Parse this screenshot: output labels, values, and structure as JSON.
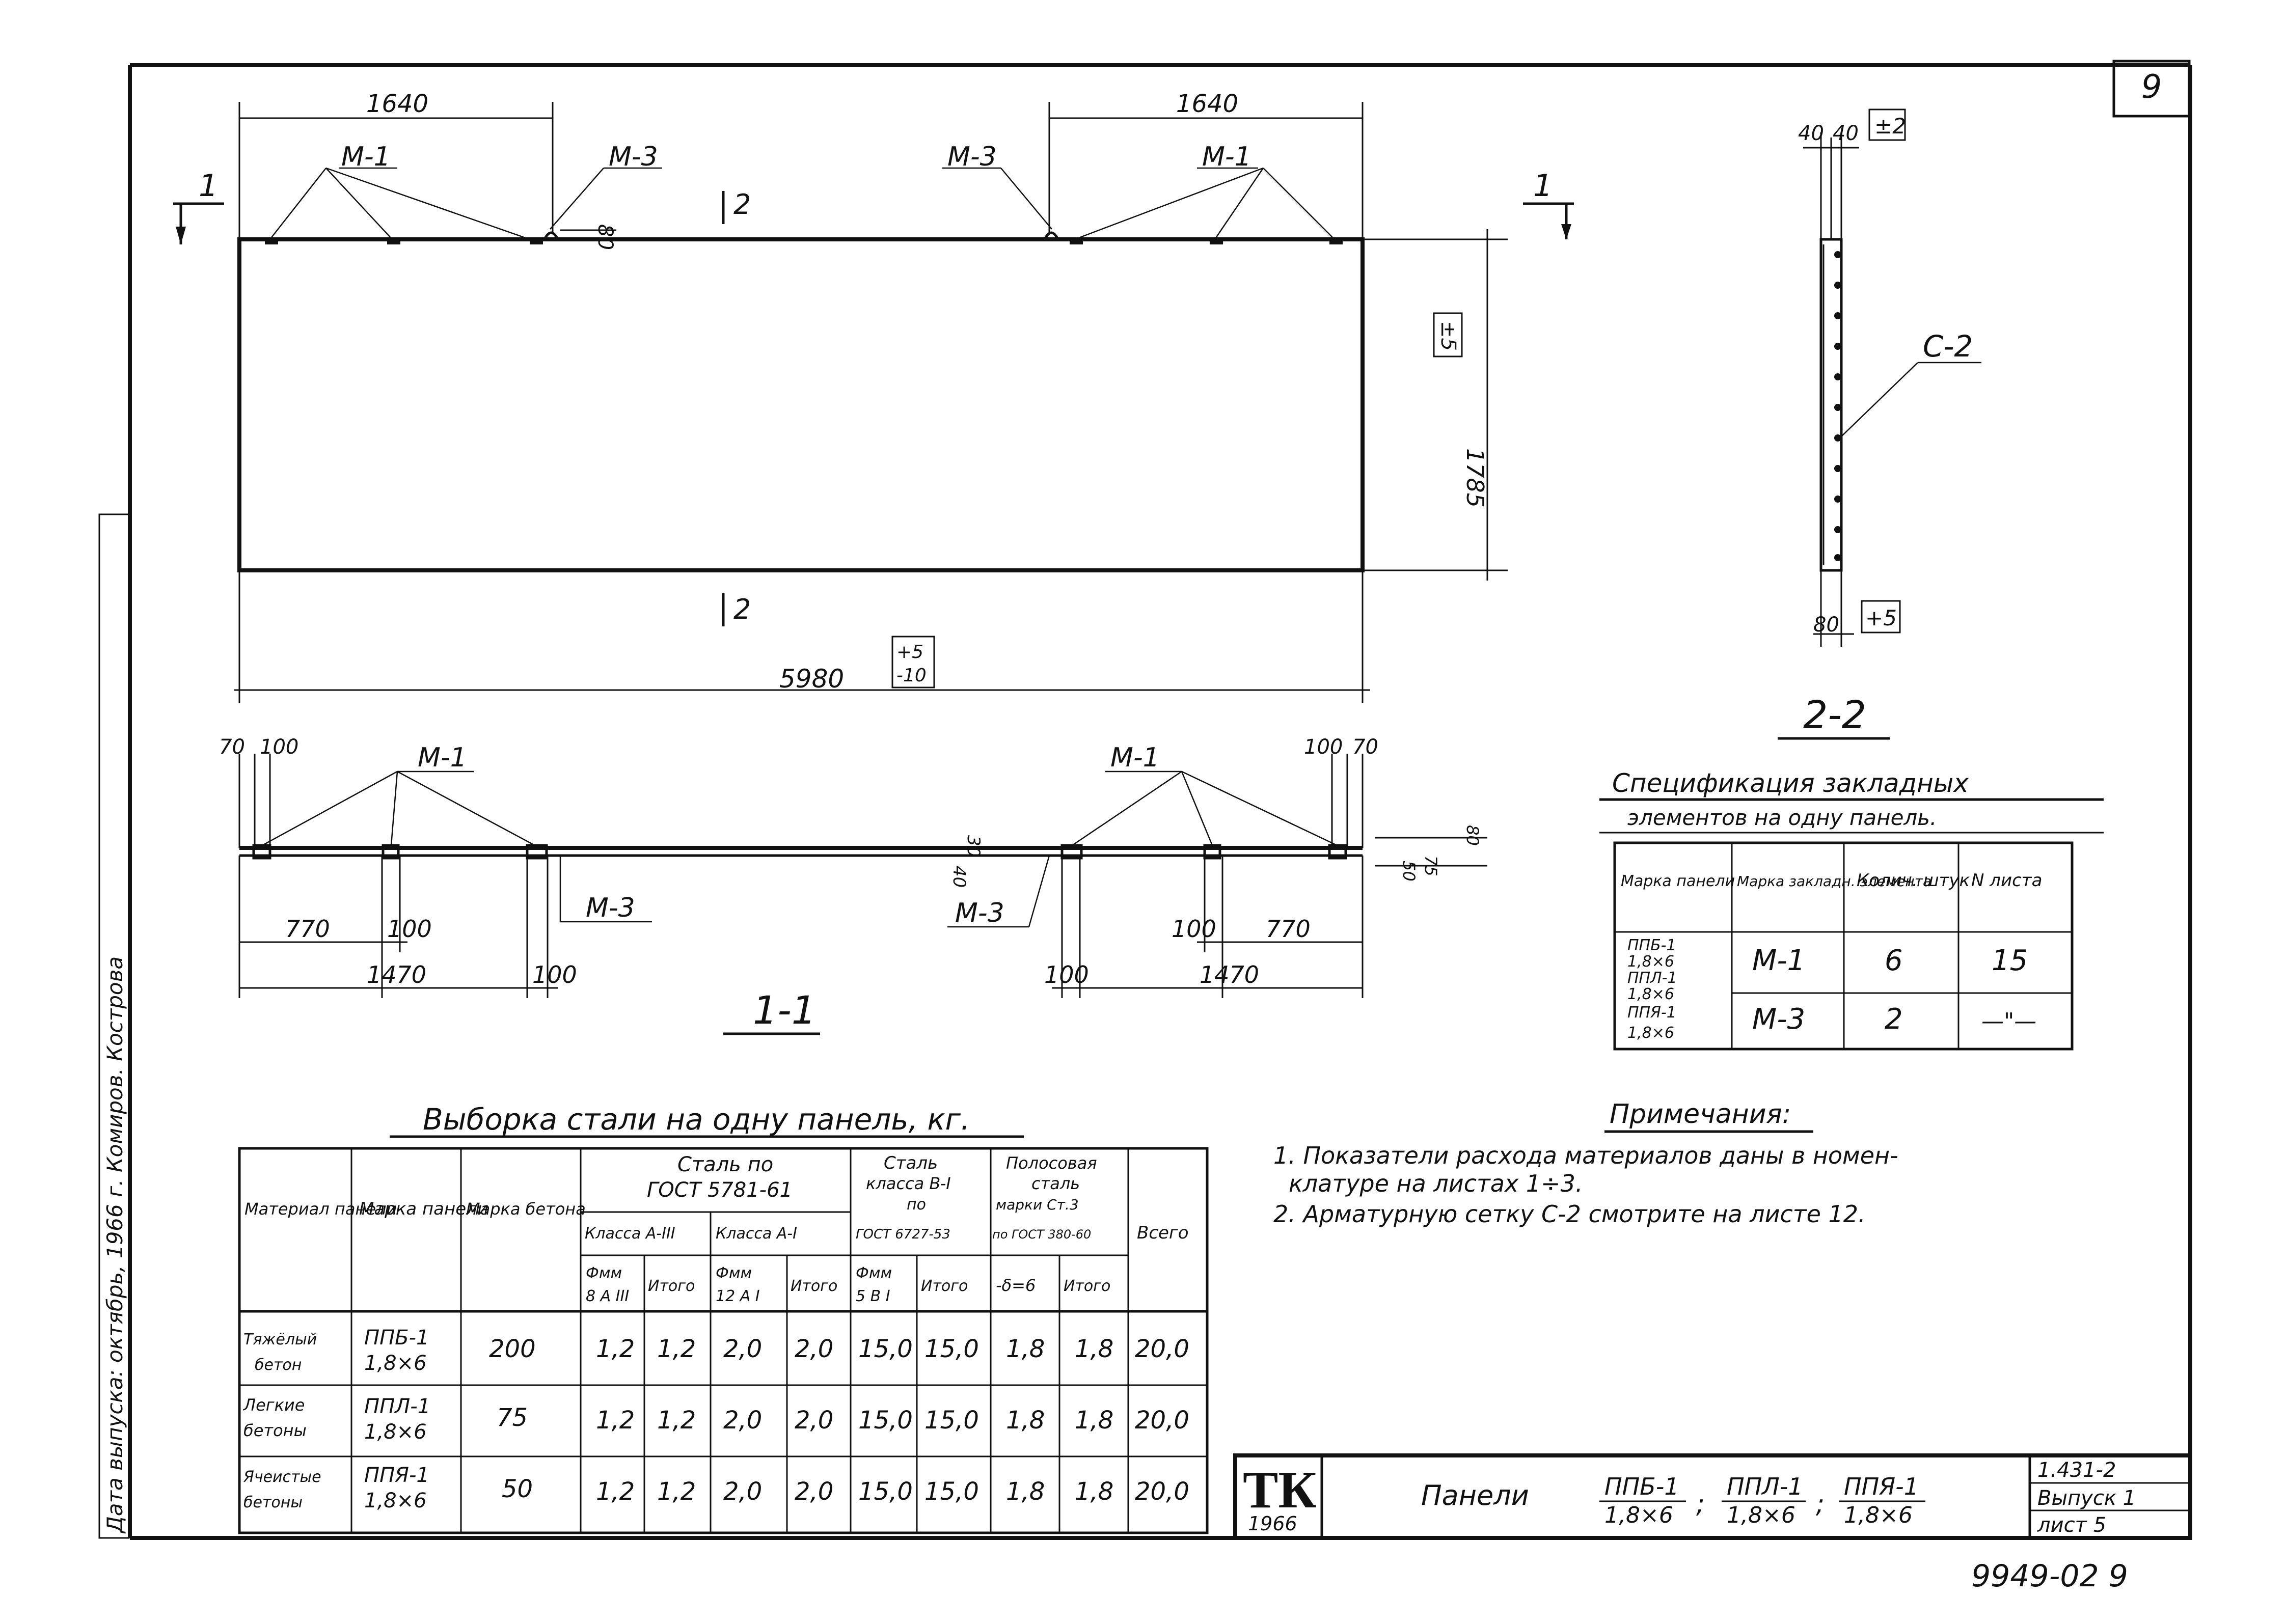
{
  "sheet_number": "9",
  "elevation": {
    "dim_left_top": "1640",
    "dim_right_top": "1640",
    "label_m1_left": "М-1",
    "label_m3_left": "М-3",
    "label_m3_right": "М-3",
    "label_m1_right": "М-1",
    "dim_small": "80",
    "section_1_left": "1",
    "section_1_right": "1",
    "section_2_top": "2",
    "section_2_bottom": "2",
    "height_dim": "1785",
    "height_tol": "±5",
    "length_dim": "5980",
    "length_tol_plus": "+5",
    "length_tol_minus": "-10"
  },
  "plan": {
    "title": "1-1",
    "dim_70_left": "70",
    "dim_100_left": "100",
    "dim_100_right": "100",
    "dim_70_right": "70",
    "label_m1_left": "М-1",
    "label_m1_right": "М-1",
    "label_m3_left": "М-3",
    "label_m3_right": "М-3",
    "dim_770_left": "770",
    "dim_100_a": "100",
    "dim_1470_left": "1470",
    "dim_100_b": "100",
    "dim_100_c": "100",
    "dim_100_d": "100",
    "dim_770_right": "770",
    "dim_1470_right": "1470",
    "dim_30": "30",
    "dim_40": "40",
    "dim_50": "50",
    "dim_75": "75",
    "dim_80": "80"
  },
  "section22": {
    "title": "2-2",
    "dim_40a": "40",
    "dim_40b": "40",
    "tol_top": "±2",
    "tol_bottom": "+5",
    "dim_80": "80",
    "label_c2": "С-2"
  },
  "spec_table": {
    "title_line1": "Спецификация закладных",
    "title_line2": "элементов на одну панель.",
    "headers": [
      "Марка панели",
      "Марка закладн. элемента",
      "Колич. штук",
      "N листа"
    ],
    "panel_marks": [
      "ППБ-1",
      "1,8×6",
      "ППЛ-1",
      "1,8×6",
      "ППЯ-1",
      "1,8×6"
    ],
    "rows": [
      {
        "element": "М-1",
        "count": "6",
        "sheet": "15"
      },
      {
        "element": "М-3",
        "count": "2",
        "sheet": "—\"—"
      }
    ]
  },
  "notes": {
    "title": "Примечания:",
    "line1": "1. Показатели расхода материалов даны в номен-",
    "line2": "клатуре на листах 1÷3.",
    "line3": "2. Арматурную сетку С-2 смотрите на листе 12."
  },
  "steel_table": {
    "title": "Выборка стали на одну панель, кг.",
    "h_material": "Материал панели",
    "h_mark": "Марка панели",
    "h_concrete": "Марка бетона",
    "h_gost_1": "Сталь по",
    "h_gost_2": "ГОСТ 5781-61",
    "h_class_a3": "Класса А-III",
    "h_class_a1": "Класса А-I",
    "h_b1_1": "Сталь",
    "h_b1_2": "класса B-I",
    "h_b1_3": "по",
    "h_b1_4": "ГОСТ 6727-53",
    "h_strip_1": "Полосовая",
    "h_strip_2": "сталь",
    "h_strip_3": "марки Ст.3",
    "h_strip_4": "по ГОСТ 380-60",
    "h_total_all": "Всего",
    "h_d8_1": "Фмм",
    "h_d8_2": "8 А III",
    "h_d12_1": "Фмм",
    "h_d12_2": "12 А I",
    "h_d5_1": "Фмм",
    "h_d5_2": "5 B I",
    "h_delta": "-δ=6",
    "h_itogo": "Итого",
    "rows": [
      {
        "material_1": "Тяжёлый",
        "material_2": "бетон",
        "mark_1": "ППБ-1",
        "mark_2": "1,8×6",
        "concrete": "200",
        "vals": [
          "1,2",
          "1,2",
          "2,0",
          "2,0",
          "15,0",
          "15,0",
          "1,8",
          "1,8",
          "20,0"
        ]
      },
      {
        "material_1": "Легкие",
        "material_2": "бетоны",
        "mark_1": "ППЛ-1",
        "mark_2": "1,8×6",
        "concrete": "75",
        "vals": [
          "1,2",
          "1,2",
          "2,0",
          "2,0",
          "15,0",
          "15,0",
          "1,8",
          "1,8",
          "20,0"
        ]
      },
      {
        "material_1": "Ячеистые",
        "material_2": "бетоны",
        "mark_1": "ППЯ-1",
        "mark_2": "1,8×6",
        "concrete": "50",
        "vals": [
          "1,2",
          "1,2",
          "2,0",
          "2,0",
          "15,0",
          "15,0",
          "1,8",
          "1,8",
          "20,0"
        ]
      }
    ]
  },
  "title_block": {
    "logo": "ТК",
    "year": "1966",
    "caption": "Панели",
    "p1_top": "ППБ-1",
    "p1_bottom": "1,8×6",
    "p2_top": "ППЛ-1",
    "p2_bottom": "1,8×6",
    "p3_top": "ППЯ-1",
    "p3_bottom": "1,8×6",
    "series": "1.431-2",
    "issue": "Выпуск 1",
    "sheet": "лист 5"
  },
  "side_stamp": {
    "text": "Дата выпуска: октябрь, 1966 г. Комиров. Кострова"
  },
  "bottom_code": "9949-02  9"
}
